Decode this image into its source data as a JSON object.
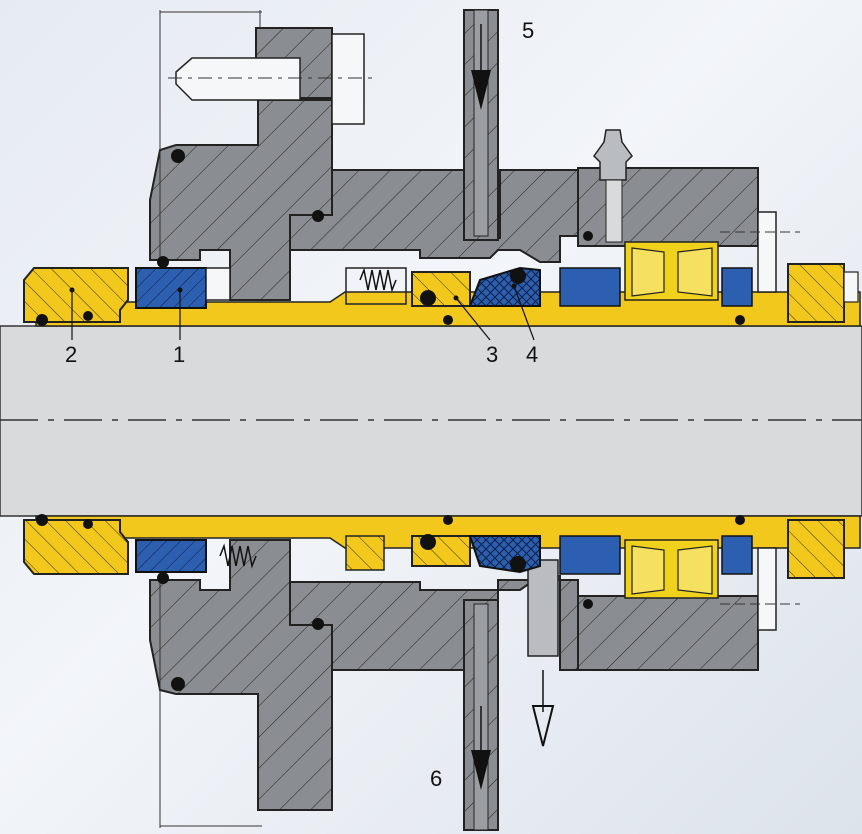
{
  "callouts": {
    "c1": "1",
    "c2": "2",
    "c3": "3",
    "c4": "4",
    "c5": "5",
    "c6": "6"
  },
  "colors": {
    "housing": "#8a8d91",
    "sleeve": "#f2c81c",
    "blue_ring": "#2c5fb0",
    "shaft": "#d9dadc",
    "oring": "#111111",
    "roller": "#f0d21c"
  }
}
